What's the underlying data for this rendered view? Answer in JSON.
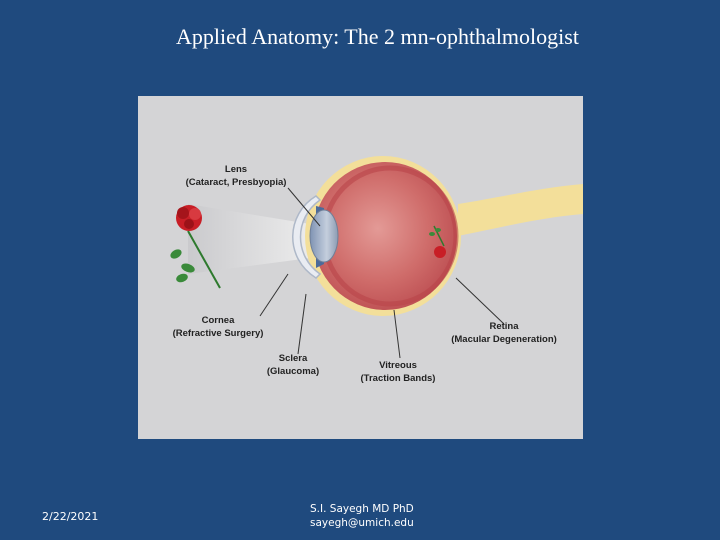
{
  "slide": {
    "title": "Applied Anatomy: The 2 mn-ophthalmologist",
    "footer": {
      "date": "2/22/2021",
      "author": "S.I. Sayegh MD PhD",
      "email": "sayegh@umich.edu"
    }
  },
  "diagram": {
    "labels": {
      "lens_title": "Lens",
      "lens_sub": "(Cataract, Presbyopia)",
      "cornea_title": "Cornea",
      "cornea_sub": "(Refractive Surgery)",
      "sclera_title": "Sclera",
      "sclera_sub": "(Glaucoma)",
      "vitreous_title": "Vitreous",
      "vitreous_sub": "(Traction Bands)",
      "retina_title": "Retina",
      "retina_sub": "(Macular Degeneration)"
    },
    "icons": [
      "rose-icon",
      "inverted-rose-image-icon"
    ],
    "colors": {
      "background": "#1f4a7e",
      "panel": "#d4d4d6",
      "globe": "#c85a5a",
      "sclera_rim": "#f3df9a",
      "lens": "#9fb0c8",
      "rose": "#c81e26"
    }
  }
}
